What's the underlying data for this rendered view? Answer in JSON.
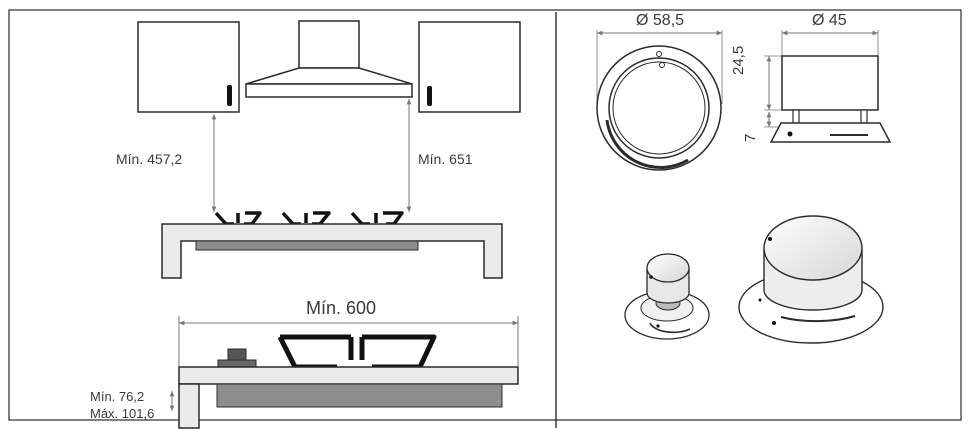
{
  "colors": {
    "line": "#2b2b2b",
    "counter_fill": "#ebebeb",
    "hob_fill": "#8d8d8d",
    "knob_dark": "#555555",
    "dimension_line": "#777777"
  },
  "left_panel": {
    "top_view": {
      "left_clearance": "Mín. 457,2",
      "right_clearance": "Mín. 651"
    },
    "bottom_view": {
      "width": "Mín. 600",
      "thickness_min": "Mín. 76,2",
      "thickness_max": "Máx. 101,6"
    }
  },
  "right_panel": {
    "large_knob_diameter": "Ø 58,5",
    "small_knob_diameter": "Ø 45",
    "knob_height": "24,5",
    "base_height": "7"
  }
}
